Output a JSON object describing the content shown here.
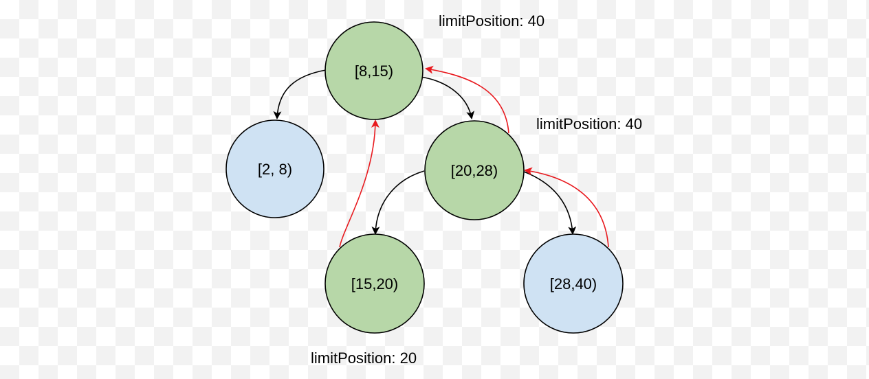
{
  "diagram": {
    "colors": {
      "inner_node": "#b7d7a8",
      "leaf_node": "#cfe2f3",
      "node_outline": "#000000",
      "child_edge": "#000000",
      "limit_edge": "#e8191e"
    },
    "nodes": [
      {
        "id": "n8_15",
        "label": "[8,15)",
        "kind": "inner"
      },
      {
        "id": "n2_8",
        "label": "[2, 8)",
        "kind": "leaf"
      },
      {
        "id": "n20_28",
        "label": "[20,28)",
        "kind": "inner"
      },
      {
        "id": "n15_20",
        "label": "[15,20)",
        "kind": "inner"
      },
      {
        "id": "n28_40",
        "label": "[28,40)",
        "kind": "leaf"
      }
    ],
    "child_edges": [
      {
        "from": "n8_15",
        "to": "n2_8"
      },
      {
        "from": "n8_15",
        "to": "n20_28"
      },
      {
        "from": "n20_28",
        "to": "n15_20"
      },
      {
        "from": "n20_28",
        "to": "n28_40"
      }
    ],
    "limit_edges": [
      {
        "from": "n15_20",
        "to": "n8_15"
      },
      {
        "from": "n20_28",
        "to": "n8_15"
      },
      {
        "from": "n28_40",
        "to": "n20_28"
      }
    ],
    "annotations": {
      "root_limit": "limitPosition: 40",
      "mid_limit": "limitPosition: 40",
      "bottom_limit": "limitPosition: 20"
    }
  }
}
